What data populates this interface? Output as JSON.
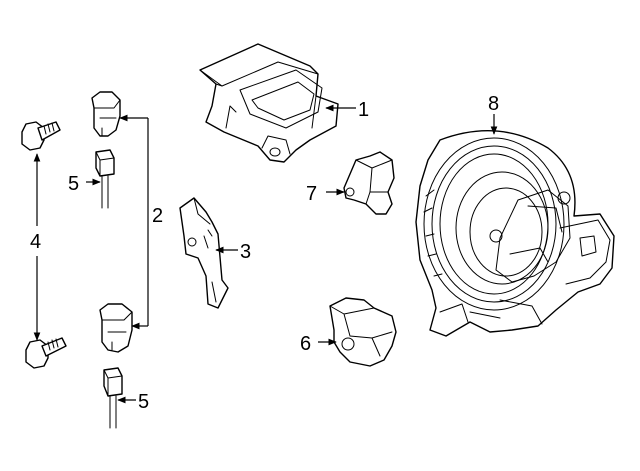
{
  "callouts": {
    "c1": "1",
    "c2": "2",
    "c3": "3",
    "c4": "4",
    "c5_upper": "5",
    "c5_lower": "5",
    "c6": "6",
    "c7": "7",
    "c8": "8"
  },
  "colors": {
    "line": "#000000",
    "background": "#ffffff"
  }
}
